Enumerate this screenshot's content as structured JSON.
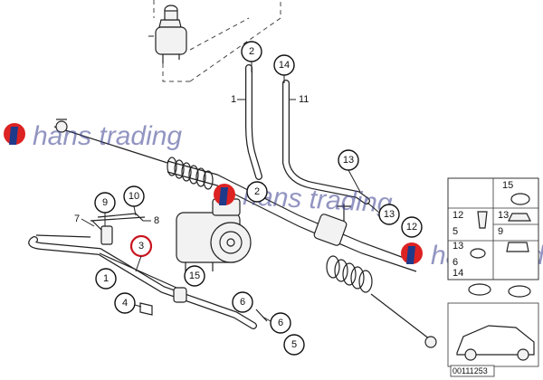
{
  "callouts": {
    "c2_top": "2",
    "c14": "14",
    "c13_right": "13",
    "c13_mid": "13",
    "c12_right": "12",
    "c9_left": "9",
    "c10": "10",
    "c2_mid": "2",
    "c3": "3",
    "c15_bottom": "15",
    "c1_lower": "1",
    "c4": "4",
    "c6_a": "6",
    "c6_b": "6",
    "c5": "5"
  },
  "labels": {
    "l1": "1",
    "l11": "11",
    "l7": "7",
    "l8": "8"
  },
  "legend": {
    "n15": "15",
    "n12": "12",
    "n5": "5",
    "n13": "13",
    "n6": "6",
    "n14": "14",
    "n9": "9"
  },
  "watermark": {
    "text": "hans trading"
  },
  "reference_number": "00111253"
}
